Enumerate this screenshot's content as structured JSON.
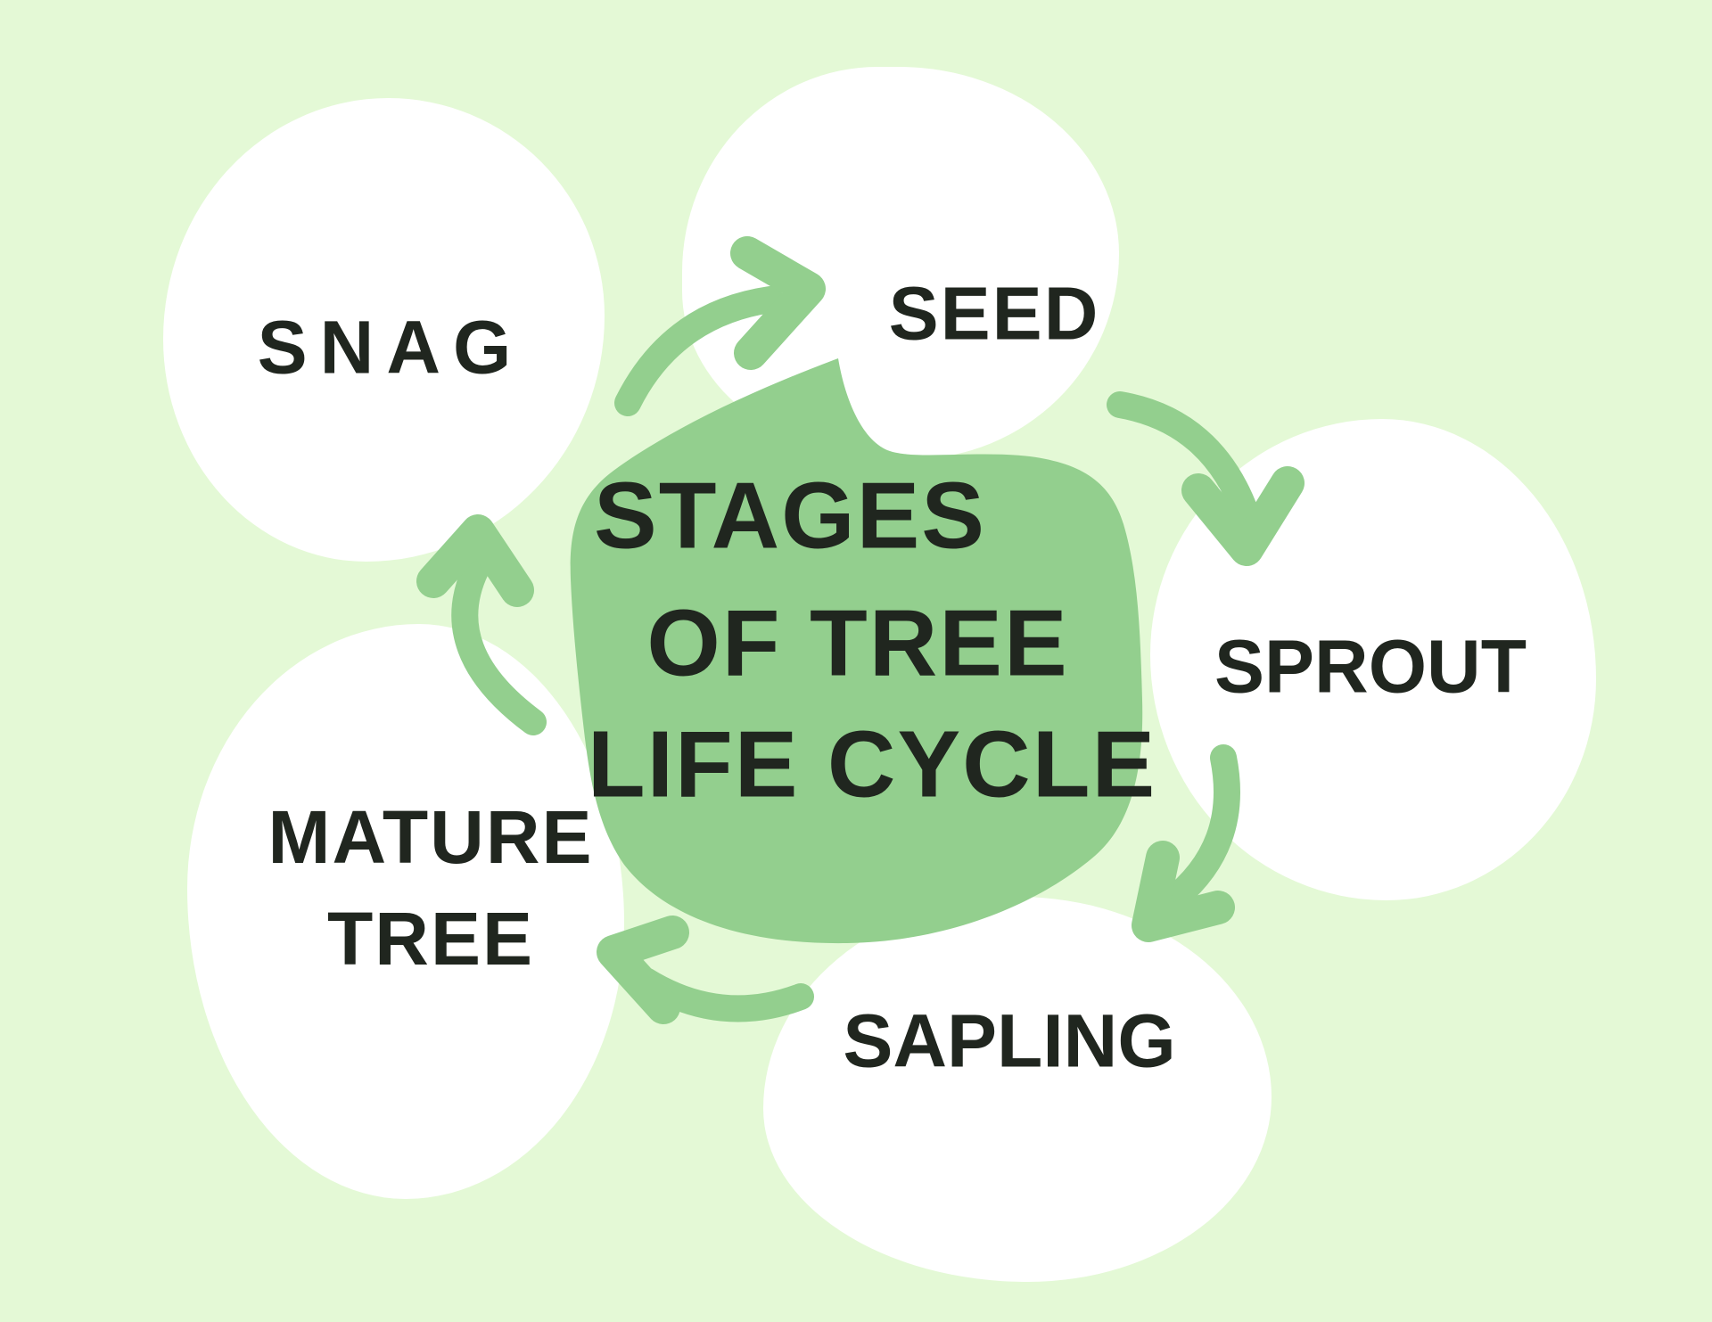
{
  "diagram": {
    "title_lines": [
      "STAGES",
      "OF TREE",
      "LIFE CYCLE"
    ],
    "title_text": "STAGES OF TREE LIFE CYCLE",
    "stages": [
      {
        "label": "SEED"
      },
      {
        "label": "SPROUT"
      },
      {
        "label": "SAPLING"
      },
      {
        "label": "MATURE TREE",
        "label_lines": [
          "MATURE",
          "TREE"
        ]
      },
      {
        "label": "SNAG"
      }
    ],
    "flow": [
      {
        "from": "SEED",
        "to": "SPROUT"
      },
      {
        "from": "SPROUT",
        "to": "SAPLING"
      },
      {
        "from": "SAPLING",
        "to": "MATURE TREE"
      },
      {
        "from": "MATURE TREE",
        "to": "SNAG"
      },
      {
        "from": "SNAG",
        "to": "SEED"
      }
    ]
  },
  "colors": {
    "background": "#e4f9d6",
    "node_fill": "#ffffff",
    "accent_green": "#93cf8e",
    "text": "#20261f"
  }
}
